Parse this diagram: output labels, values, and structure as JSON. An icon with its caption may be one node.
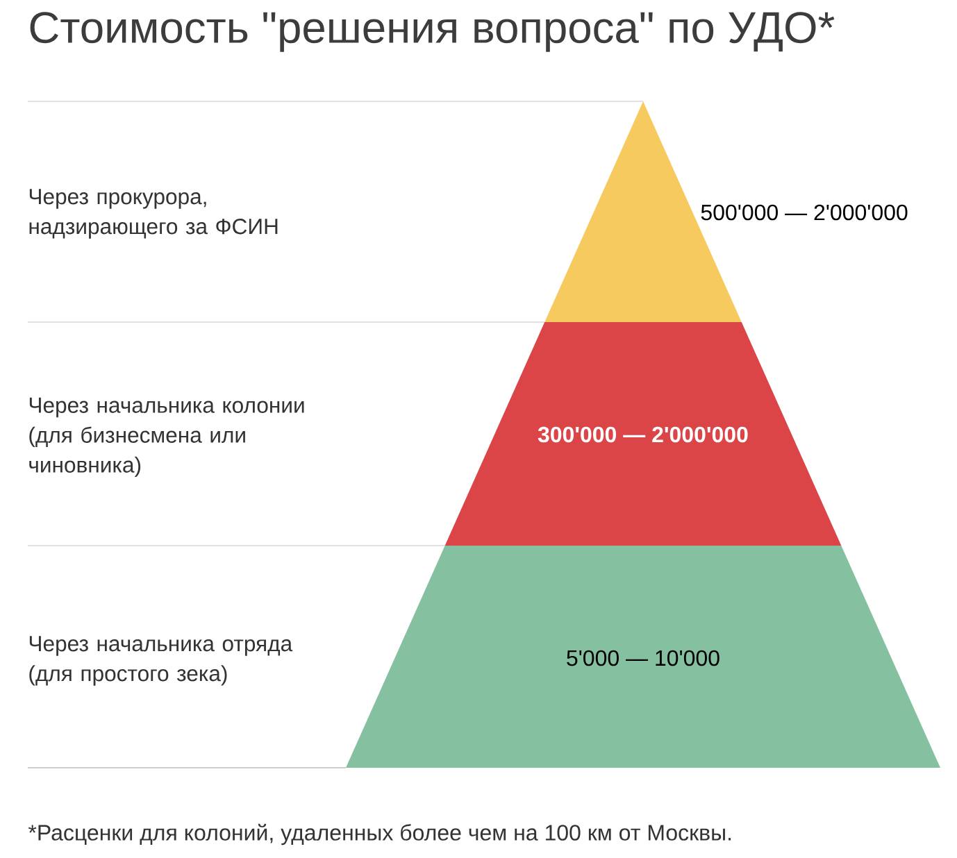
{
  "diagram": {
    "title": "Стоимость \"решения вопроса\" по УДО*",
    "nodes": [
      {
        "text": [
          "500'000 — 2'000'000"
        ]
      },
      {
        "text": [
          "300'000 — 2'000'000"
        ]
      },
      {
        "text": [
          "5'000 — 10'000"
        ]
      }
    ],
    "labels": [
      "Через прокурора, надзирающего за ФСИН",
      "Через начальника колонии (для бизнесмена или чиновника)",
      "Через начальника отряда (для простого зека)"
    ],
    "caption": "*Расценки для колоний, удаленных более чем на 100 км от Москвы."
  }
}
